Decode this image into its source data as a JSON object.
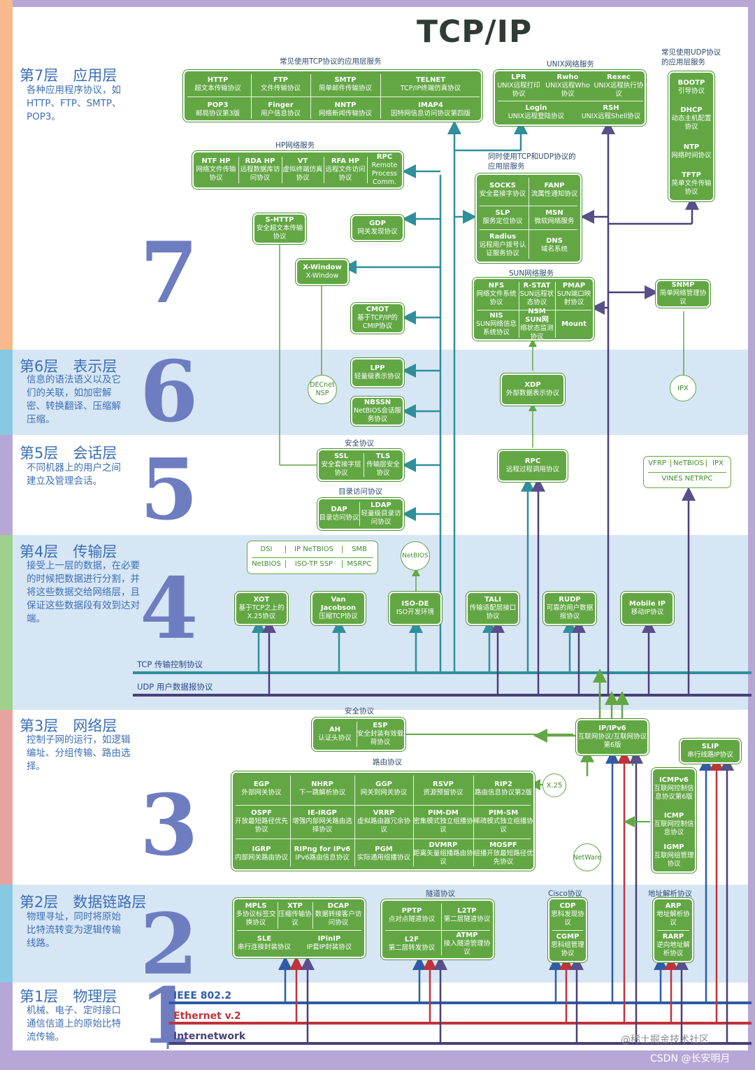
{
  "title": "TCP/IP",
  "layers": [
    {
      "name": "第7层　应用层",
      "desc": "各种应用程序协议，如HTTP、FTP、SMTP、POP3。",
      "num": "7"
    },
    {
      "name": "第6层　表示层",
      "desc": "信息的语法语义以及它们的关联，如加密解密、转换翻译、压缩解压缩。",
      "num": "6"
    },
    {
      "name": "第5层　会话层",
      "desc": "不同机器上的用户之间建立及管理会话。",
      "num": "5"
    },
    {
      "name": "第4层　传输层",
      "desc": "接受上一层的数据，在必要的时候把数据进行分割，并将这些数据交给网络层，且保证这些数据段有效到达对端。",
      "num": "4"
    },
    {
      "name": "第3层　网络层",
      "desc": "控制子网的运行，如逻辑编址、分组传输、路由选择。",
      "num": "3"
    },
    {
      "name": "第2层　数据链路层",
      "desc": "物理寻址，同时将原始比特流转变为逻辑传输线路。",
      "num": "2"
    },
    {
      "name": "第1层　物理层",
      "desc": "机械、电子、定时接口通信信道上的原始比特流传输。",
      "num": "1"
    }
  ],
  "captions": {
    "tcp_apps": "常见使用TCP协议的应用层服务",
    "unix": "UNIX网络服务",
    "udp_apps": "常见使用UDP协议的应用层服务",
    "hp": "HP网络服务",
    "both": "同时使用TCP和UDP协议的应用层服务",
    "sun": "SUN网络服务",
    "sec5": "安全协议",
    "dir": "目录访问协议",
    "sec3": "安全协议",
    "route": "路由协议",
    "tunnel": "隧道协议",
    "cisco": "Cisco协议",
    "addr": "地址解析协议"
  },
  "tcp_apps": [
    {
      "name": "HTTP",
      "desc": "超文本传输协议"
    },
    {
      "name": "FTP",
      "desc": "文件传输协议"
    },
    {
      "name": "SMTP",
      "desc": "简单邮件传输协议"
    },
    {
      "name": "TELNET",
      "desc": "TCP/IP终端仿真协议"
    },
    {
      "name": "POP3",
      "desc": "邮局协议第3版"
    },
    {
      "name": "Finger",
      "desc": "用户信息协议"
    },
    {
      "name": "NNTP",
      "desc": "网络新闻传输协议"
    },
    {
      "name": "IMAP4",
      "desc": "因特网信息访问协议第四版"
    }
  ],
  "unix": [
    {
      "name": "LPR",
      "desc": "UNIX远程打印协议"
    },
    {
      "name": "Rwho",
      "desc": "UNIX远程Who协议"
    },
    {
      "name": "Rexec",
      "desc": "UNIX远程执行协议"
    },
    {
      "name": "Login",
      "desc": "UNIX远程登陆协议"
    },
    {
      "name": "RSH",
      "desc": "UNIX远程Shell协议"
    }
  ],
  "udp_apps": [
    {
      "name": "BOOTP",
      "desc": "引导协议"
    },
    {
      "name": "DHCP",
      "desc": "动态主机配置协议"
    },
    {
      "name": "NTP",
      "desc": "网络时间协议"
    },
    {
      "name": "TFTP",
      "desc": "简单文件传输协议"
    }
  ],
  "hp": [
    {
      "name": "NTF HP",
      "desc": "网络文件传输协议"
    },
    {
      "name": "RDA HP",
      "desc": "远程数据库访问协议"
    },
    {
      "name": "VT",
      "desc": "虚拟终端仿真协议"
    },
    {
      "name": "RFA HP",
      "desc": "远程文件访问协议"
    },
    {
      "name": "RPC",
      "desc": "Remote Process Comm."
    }
  ],
  "both": [
    {
      "name": "SOCKS",
      "desc": "安全套接字协议"
    },
    {
      "name": "FANP",
      "desc": "流属性通知协议"
    },
    {
      "name": "SLP",
      "desc": "服务定位协议"
    },
    {
      "name": "MSN",
      "desc": "微软网络服务"
    },
    {
      "name": "Radius",
      "desc": "远程用户拨号认证服务协议"
    },
    {
      "name": "DNS",
      "desc": "域名系统"
    }
  ],
  "shttp": {
    "name": "S-HTTP",
    "desc": "安全超文本传输协议"
  },
  "gdp": {
    "name": "GDP",
    "desc": "网关发现协议"
  },
  "xwindow": {
    "name": "X-Window",
    "desc": "X-Window"
  },
  "cmot": {
    "name": "CMOT",
    "desc": "基于TCP/IP的CMIP协议"
  },
  "snmp": {
    "name": "SNMP",
    "desc": "简单网络管理协议"
  },
  "sun": [
    {
      "name": "NFS",
      "desc": "网络文件系统协议"
    },
    {
      "name": "R-STAT",
      "desc": "SUN远程状态协议"
    },
    {
      "name": "PMAP",
      "desc": "SUN端口映射协议"
    },
    {
      "name": "NIS",
      "desc": "SUN网络信息系统协议"
    },
    {
      "name": "NSM SUN网",
      "desc": "络状态监测协议"
    },
    {
      "name": "Mount",
      "desc": ""
    }
  ],
  "decnet": "DECnet NSP",
  "lpp": {
    "name": "LPP",
    "desc": "轻量级表示协议"
  },
  "nbssn": {
    "name": "NBSSN",
    "desc": "NetBIOS会话服务协议"
  },
  "xdp": {
    "name": "XDP",
    "desc": "外部数据表示协议"
  },
  "ipx_circle": "IPX",
  "ssl": {
    "name": "SSL",
    "desc": "安全套接字层协议"
  },
  "tls": {
    "name": "TLS",
    "desc": "传输层安全协议"
  },
  "dap": {
    "name": "DAP",
    "desc": "目录访问协议"
  },
  "ldap": {
    "name": "LDAP",
    "desc": "轻量级目录访问协议"
  },
  "rpc5": {
    "name": "RPC",
    "desc": "远程过程调用协议"
  },
  "vrfp": [
    "VFRP",
    "NeTBIOS",
    "IPX"
  ],
  "vines": "VINES NETRPC",
  "l4_white": [
    "DSI",
    "IP NeTBIOS",
    "SMB",
    "NetBIOS",
    "ISO-TP SSP",
    "MSRPC"
  ],
  "netbios_circle": "NetBIOS",
  "l4": [
    {
      "name": "XOT",
      "desc": "基于TCP之上的X.25协议"
    },
    {
      "name": "Van Jacobson",
      "desc": "压缩TCP协议"
    },
    {
      "name": "ISO-DE",
      "desc": "ISO开发环境"
    },
    {
      "name": "TALI",
      "desc": "传输适配层接口协议"
    },
    {
      "name": "RUDP",
      "desc": "可靠的用户数据报协议"
    },
    {
      "name": "Mobile IP",
      "desc": "移动IP协议"
    }
  ],
  "tcp_bus": "TCP 传输控制协议",
  "udp_bus": "UDP 用户数据报协议",
  "ah": {
    "name": "AH",
    "desc": "认证头协议"
  },
  "esp": {
    "name": "ESP",
    "desc": "安全封装有效载荷协议"
  },
  "ip": {
    "name": "IP/IPv6",
    "desc": "互联网协议/互联网协议第6版"
  },
  "slip": {
    "name": "SLIP",
    "desc": "串行线路IP协议"
  },
  "routing": [
    {
      "name": "EGP",
      "desc": "外部网关协议"
    },
    {
      "name": "NHRP",
      "desc": "下一跳解析协议"
    },
    {
      "name": "GGP",
      "desc": "网关到网关协议"
    },
    {
      "name": "RSVP",
      "desc": "资源预留协议"
    },
    {
      "name": "RIP2",
      "desc": "路由信息协议第2版"
    },
    {
      "name": "OSPF",
      "desc": "开放最短路径优先协议"
    },
    {
      "name": "IE-IRGP",
      "desc": "增强内部网关路由选择协议"
    },
    {
      "name": "VRRP",
      "desc": "虚拟路由器冗余协议"
    },
    {
      "name": "PIM-DM",
      "desc": "密集模式独立组播协议"
    },
    {
      "name": "PIM-SM",
      "desc": "稀疏模式独立组播协议"
    },
    {
      "name": "IGRP",
      "desc": "内部网关路由协议"
    },
    {
      "name": "RIPng for IPv6",
      "desc": "IPv6路由信息协议"
    },
    {
      "name": "PGM",
      "desc": "实际通用组播协议"
    },
    {
      "name": "DVMRP",
      "desc": "距离矢量组播路由协议"
    },
    {
      "name": "MOSPF",
      "desc": "组播开放最短路径优先协议"
    }
  ],
  "x25": "X.25",
  "netware": "NetWare",
  "icmp": [
    {
      "name": "ICMPv6",
      "desc": "互联网控制信息协议第6版"
    },
    {
      "name": "ICMP",
      "desc": "互联网控制信息协议"
    },
    {
      "name": "IGMP",
      "desc": "互联网组管理协议"
    }
  ],
  "l2a": [
    {
      "name": "MPLS",
      "desc": "多协议标签交换协议"
    },
    {
      "name": "XTP",
      "desc": "压缩传输协议"
    },
    {
      "name": "DCAP",
      "desc": "数据转接客户访问协议"
    },
    {
      "name": "SLE",
      "desc": "串行连接封装协议"
    },
    {
      "name": "IPinIP",
      "desc": "IP套IP封装协议"
    }
  ],
  "tunnel": [
    {
      "name": "PPTP",
      "desc": "点对点隧道协议"
    },
    {
      "name": "L2TP",
      "desc": "第二层隧道协议"
    },
    {
      "name": "L2F",
      "desc": "第二层转发协议"
    },
    {
      "name": "ATMP",
      "desc": "接入隧道管理协议"
    }
  ],
  "cisco": [
    {
      "name": "CDP",
      "desc": "思科发现协议"
    },
    {
      "name": "CGMP",
      "desc": "思科组管理协议"
    }
  ],
  "arp": [
    {
      "name": "ARP",
      "desc": "地址解析协议"
    },
    {
      "name": "RARP",
      "desc": "逆向地址解析协议"
    }
  ],
  "physical": [
    "IEEE 802.2",
    "Ethernet v.2",
    "Internetwork"
  ],
  "watermark": [
    "@稀土掘金技术社区",
    "CSDN @长安明月"
  ],
  "colors": {
    "green": "#62a744",
    "teal": "#2f8f9a",
    "blue": "#2f5ba8",
    "red": "#c0333a",
    "purple": "#5a4e8c",
    "tcpbus": "#2f8f9a",
    "udpbus": "#4a3f7a"
  }
}
